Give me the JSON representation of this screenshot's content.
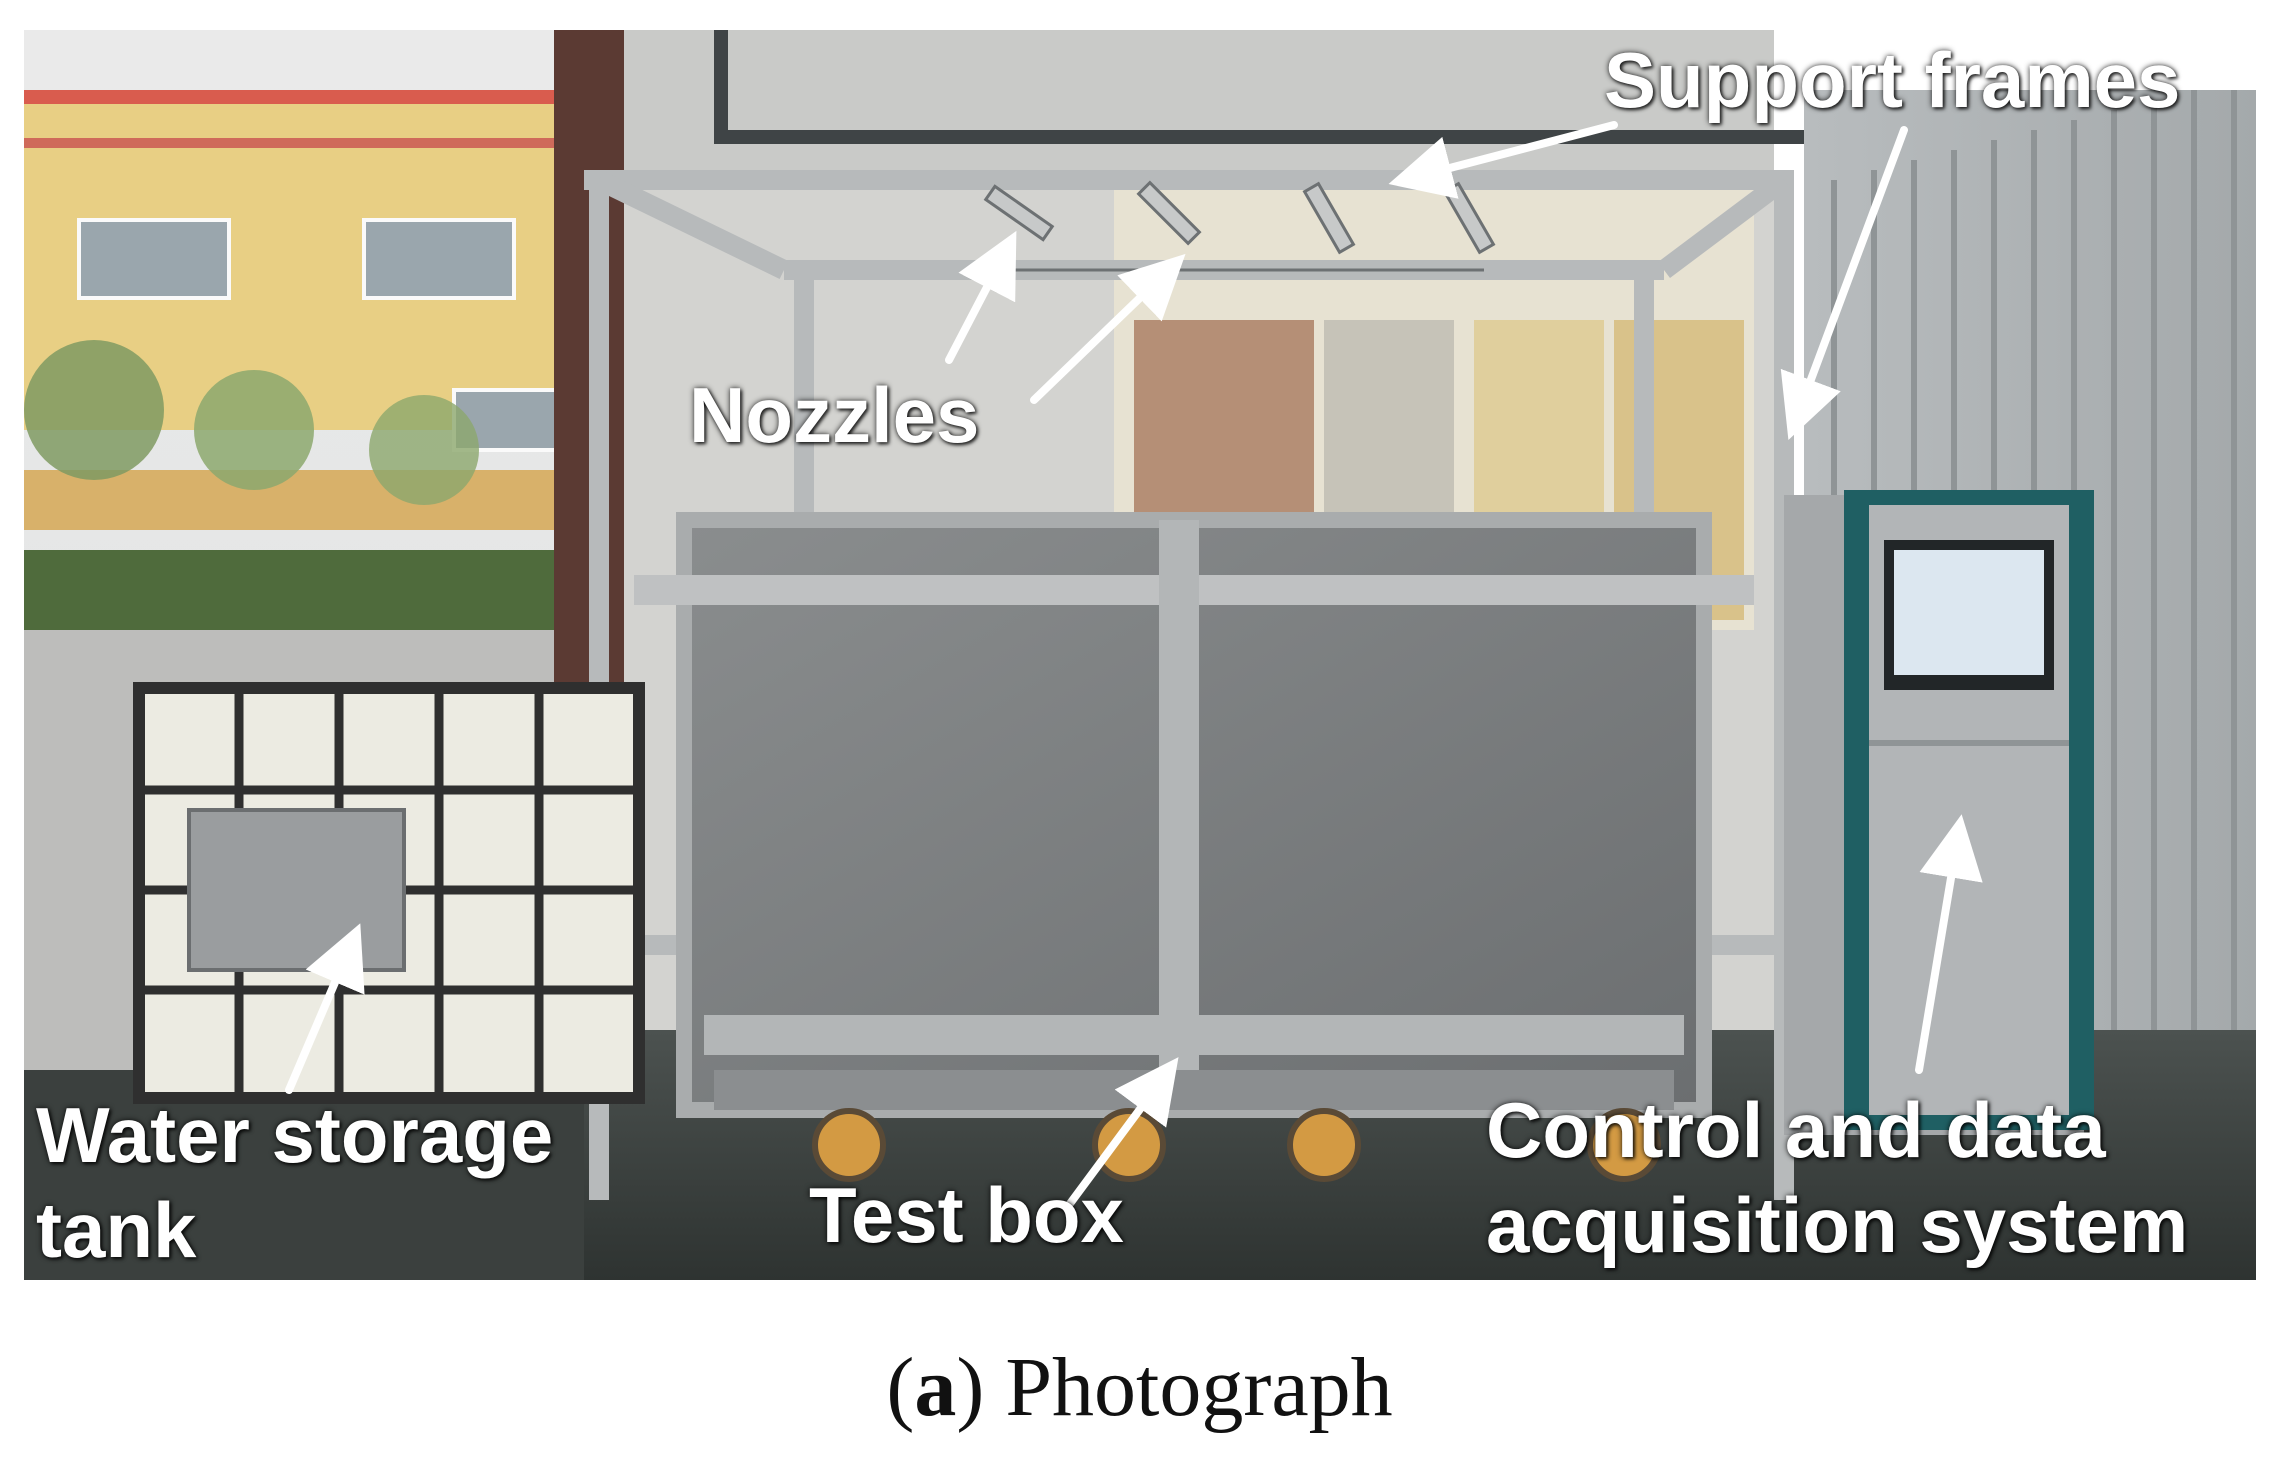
{
  "labels": {
    "support_frames": "Support frames",
    "nozzles": "Nozzles",
    "water_tank_line1": "Water storage",
    "water_tank_line2": "tank",
    "test_box": "Test box",
    "control_line1": "Control and data",
    "control_line2": "acquisition system"
  },
  "caption": {
    "open": "(",
    "letter": "a",
    "close": ")",
    "text": " Photograph"
  },
  "colors": {
    "label": "#ffffff",
    "arrow": "#ffffff",
    "cabinet_accent": "#1f5f63"
  }
}
